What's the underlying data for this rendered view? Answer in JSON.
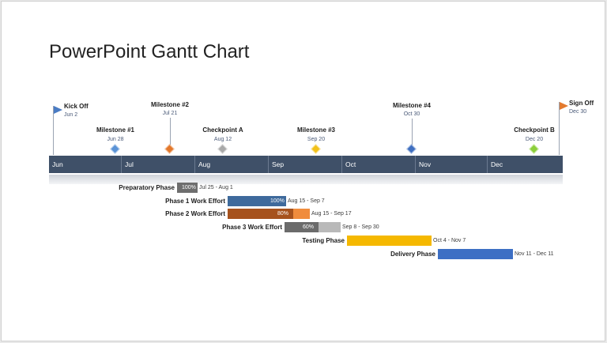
{
  "title": "PowerPoint Gantt Chart",
  "months": [
    "Jun",
    "Jul",
    "Aug",
    "Sep",
    "Oct",
    "Nov",
    "Dec"
  ],
  "flags": [
    {
      "label": "Kick Off",
      "date": "Jun 2",
      "color": "#4a7cc4"
    },
    {
      "label": "Sign Off",
      "date": "Dec 30",
      "color": "#e37a2f"
    }
  ],
  "milestones": [
    {
      "label": "Milestone #1",
      "date": "Jun 28",
      "color": "#5a93d6",
      "row": "low"
    },
    {
      "label": "Milestone #2",
      "date": "Jul 21",
      "color": "#e3782b",
      "row": "high"
    },
    {
      "label": "Checkpoint A",
      "date": "Aug 12",
      "color": "#a9a9a9",
      "row": "low"
    },
    {
      "label": "Milestone #3",
      "date": "Sep 20",
      "color": "#f2c11a",
      "row": "low"
    },
    {
      "label": "Milestone #4",
      "date": "Oct 30",
      "color": "#3f6fc0",
      "row": "high"
    },
    {
      "label": "Checkpoint B",
      "date": "Dec 20",
      "color": "#8ccf3a",
      "row": "low"
    }
  ],
  "tasks": [
    {
      "name": "Preparatory Phase",
      "range": "Jul 25 - Aug 1",
      "percent": "100%",
      "progress": 1.0,
      "color": "#6e6e6e",
      "rest": "#6e6e6e"
    },
    {
      "name": "Phase 1 Work Effort",
      "range": "Aug 15 - Sep 7",
      "percent": "100%",
      "progress": 1.0,
      "color": "#3e6a9c",
      "rest": "#3e6a9c"
    },
    {
      "name": "Phase 2 Work Effort",
      "range": "Aug 15 - Sep 17",
      "percent": "80%",
      "progress": 0.8,
      "color": "#a6521d",
      "rest": "#f08c3d"
    },
    {
      "name": "Phase 3 Work Effort",
      "range": "Sep 8 - Sep 30",
      "percent": "60%",
      "progress": 0.6,
      "color": "#6b6b6b",
      "rest": "#b9b9b9"
    },
    {
      "name": "Testing Phase",
      "range": "Oct 4 - Nov 7",
      "percent": "",
      "progress": 1.0,
      "color": "#f5b800",
      "rest": "#f5b800"
    },
    {
      "name": "Delivery Phase",
      "range": "Nov 11 - Dec 11",
      "percent": "",
      "progress": 1.0,
      "color": "#3d6fc4",
      "rest": "#3d6fc4"
    }
  ]
}
